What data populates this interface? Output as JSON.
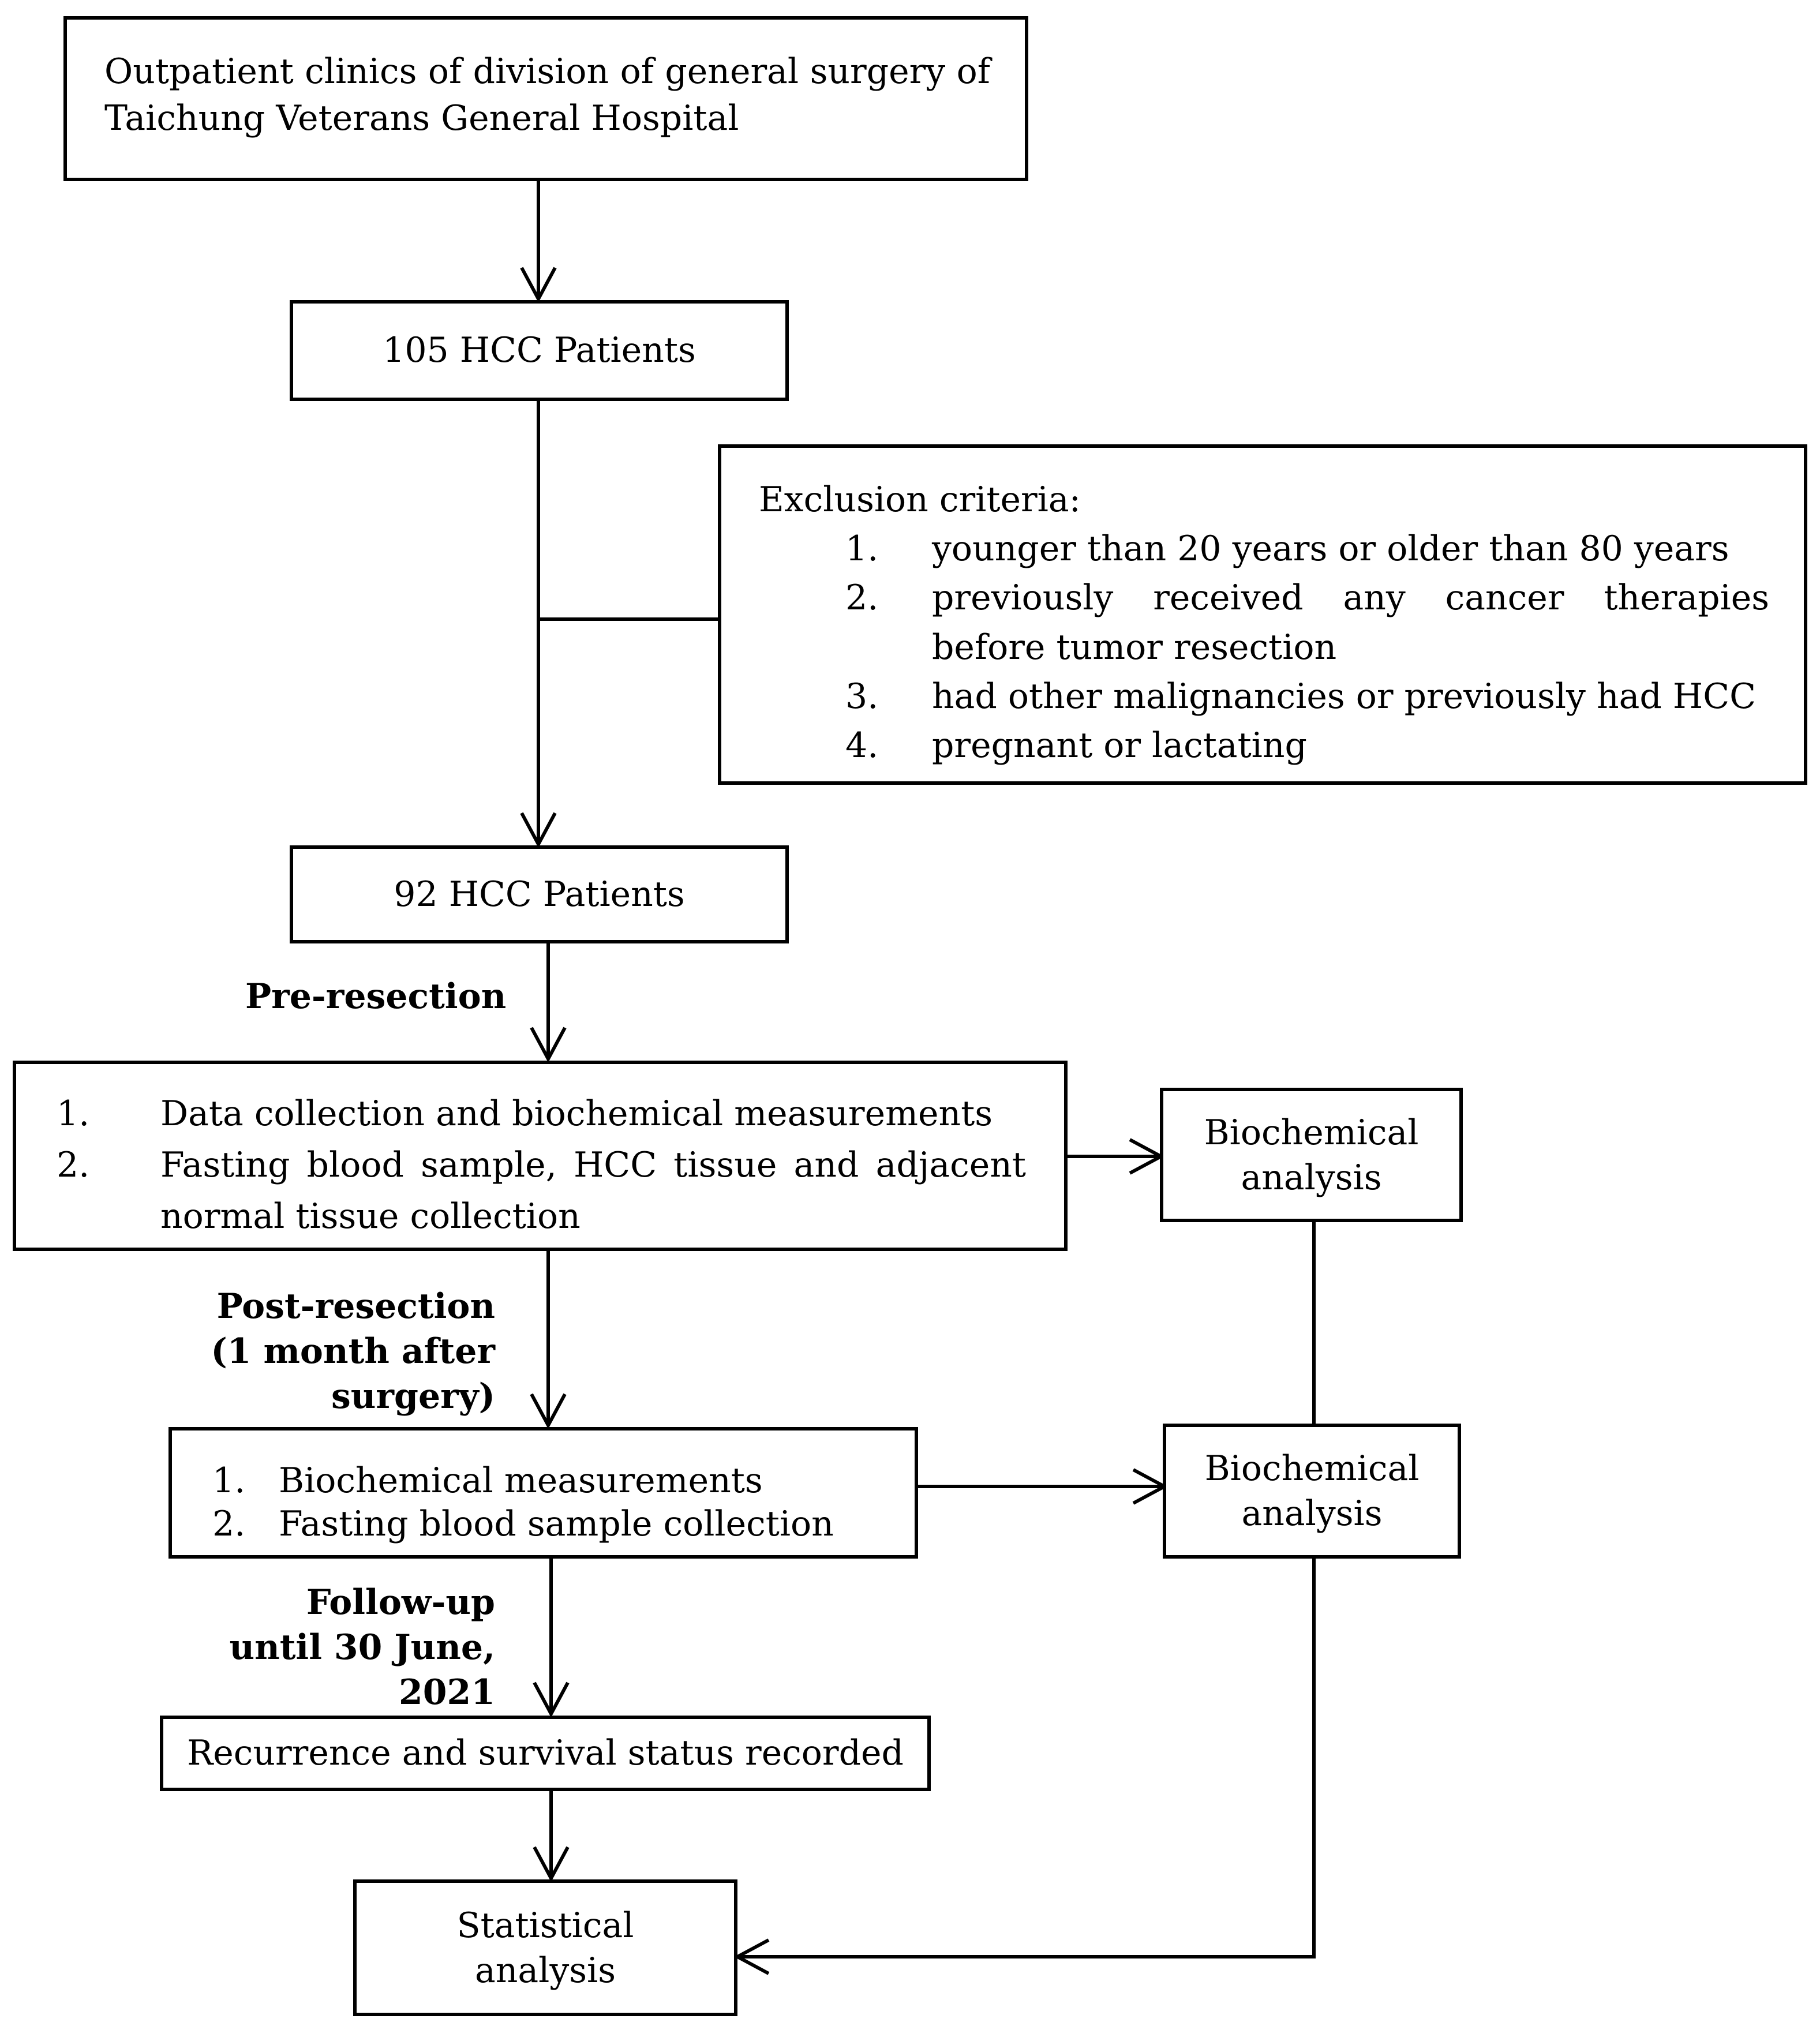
{
  "nodes": {
    "source": {
      "line1": "Outpatient clinics of division of general surgery of",
      "line2": "Taichung Veterans General Hospital"
    },
    "enrolled": {
      "text": "105 HCC Patients"
    },
    "exclusion": {
      "title": "Exclusion criteria:",
      "items": [
        {
          "num": "1.",
          "text": "younger than 20 years or older than 80 years"
        },
        {
          "num": "2.",
          "text": "previously received any cancer therapies before tumor resection"
        },
        {
          "num": "3.",
          "text": "had other malignancies or previously had HCC"
        },
        {
          "num": "4.",
          "text": "pregnant or lactating"
        }
      ]
    },
    "included": {
      "text": "92 HCC Patients"
    },
    "pre_steps": {
      "items": [
        {
          "num": "1.",
          "text": "Data collection and biochemical measurements"
        },
        {
          "num": "2.",
          "text": "Fasting blood sample, HCC tissue and adjacent normal tissue collection"
        }
      ]
    },
    "biochem_1": {
      "line1": "Biochemical",
      "line2": "analysis"
    },
    "post_steps": {
      "items": [
        {
          "num": "1.",
          "text": "Biochemical measurements"
        },
        {
          "num": "2.",
          "text": "Fasting blood sample collection"
        }
      ]
    },
    "biochem_2": {
      "line1": "Biochemical",
      "line2": "analysis"
    },
    "outcome": {
      "text": "Recurrence and survival status recorded"
    },
    "stats": {
      "line1": "Statistical",
      "line2": "analysis"
    }
  },
  "phase_labels": {
    "pre": {
      "line1": "Pre-resection"
    },
    "post": {
      "line1": "Post-resection",
      "line2": "(1 month after surgery)"
    },
    "follow": {
      "line1": "Follow-up",
      "line2": "until 30 June, 2021"
    }
  }
}
